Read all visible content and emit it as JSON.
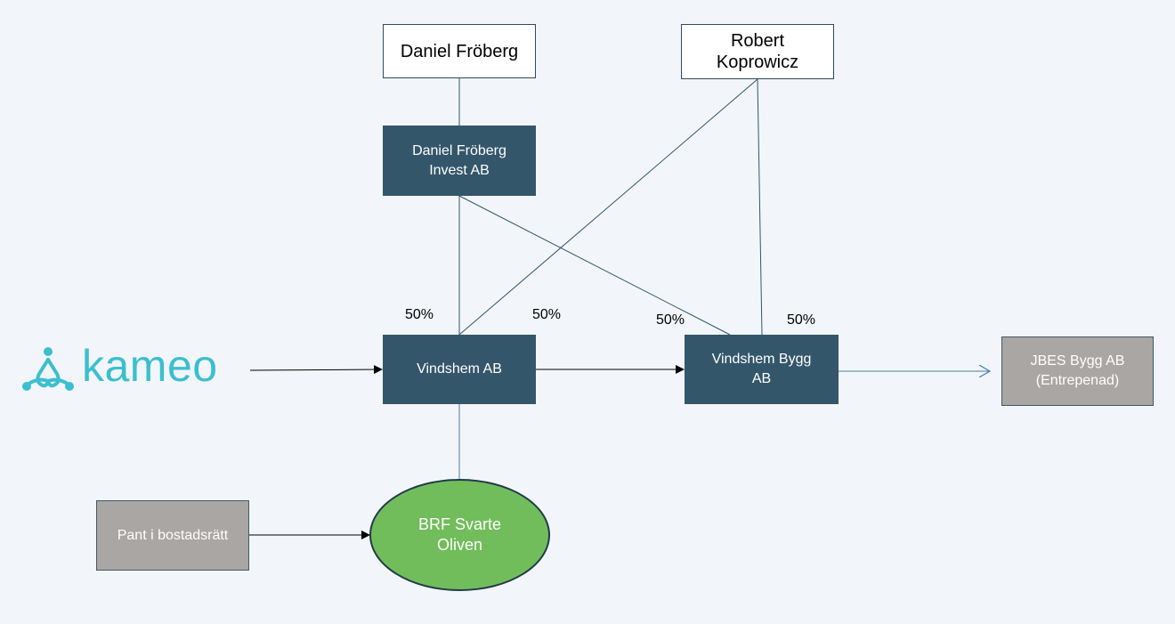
{
  "colors": {
    "background": "#f2f6fb",
    "company": "#34566a",
    "person_border": "#2f4b5c",
    "grey_box": "#aaa6a4",
    "oval": "#71bd5b",
    "line": "#2f5566",
    "logo": "#3bbfd0"
  },
  "people": {
    "daniel": "Daniel Fröberg",
    "robert": "Robert\nKoprowicz"
  },
  "companies": {
    "dfinvest": "Daniel Fröberg\nInvest AB",
    "vindshem": "Vindshem AB",
    "vindshem_bygg": "Vindshem Bygg\nAB"
  },
  "contractor": "JBES Bygg AB\n(Entrepenad)",
  "collateral": "Pant i bostadsrätt",
  "brf": "BRF Svarte\nOliven",
  "ownership": {
    "vindshem_dfinvest": "50%",
    "vindshem_robert": "50%",
    "bygg_dfinvest": "50%",
    "bygg_robert": "50%"
  },
  "logo": {
    "wordmark": "kameo",
    "icon": "kameo-logo-icon"
  }
}
